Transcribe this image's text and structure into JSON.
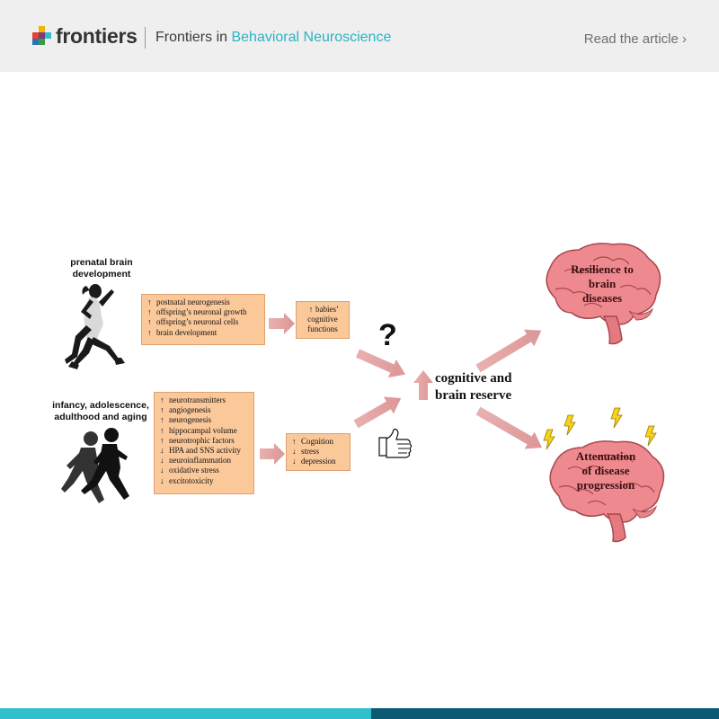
{
  "header": {
    "brand": "frontiers",
    "journal_prefix": "Frontiers in ",
    "journal_name": "Behavioral Neuroscience",
    "read_link": "Read the article ›"
  },
  "figure": {
    "prenatal_label_1": "prenatal brain",
    "prenatal_label_2": "development",
    "life_label_1": "infancy, adolescence,",
    "life_label_2": "adulthood and aging",
    "prenatal_effects": [
      {
        "dir": "up",
        "text": "postnatal neurogenesis"
      },
      {
        "dir": "up",
        "text": "offspring’s neuronal growth"
      },
      {
        "dir": "up",
        "text": "offspring’s neuronal cells"
      },
      {
        "dir": "up",
        "text": "brain development"
      }
    ],
    "babies_lines": [
      "babies’",
      "cognitive",
      "functions"
    ],
    "babies_dir": "up",
    "life_effects": [
      {
        "dir": "up",
        "text": "neurotransmitters"
      },
      {
        "dir": "up",
        "text": "angiogenesis"
      },
      {
        "dir": "up",
        "text": "neurogenesis"
      },
      {
        "dir": "up",
        "text": "hippocampal volume"
      },
      {
        "dir": "up",
        "text": "neurotrophic factors"
      },
      {
        "dir": "down",
        "text": "HPA and SNS activity"
      },
      {
        "dir": "down",
        "text": "neuroinflammation"
      },
      {
        "dir": "down",
        "text": "oxidative stress"
      },
      {
        "dir": "down",
        "text": "excitotoxicity"
      }
    ],
    "cognition_effects": [
      {
        "dir": "up",
        "text": "Cognition"
      },
      {
        "dir": "down",
        "text": "stress"
      },
      {
        "dir": "down",
        "text": "depression"
      }
    ],
    "question": "?",
    "reserve_1": "cognitive and",
    "reserve_2": "brain reserve",
    "resilience_1": "Resilience to",
    "resilience_2": "brain",
    "resilience_3": "diseases",
    "attenuation_1": "Attenuation",
    "attenuation_2": "of disease",
    "attenuation_3": "progression"
  },
  "colors": {
    "box_fill": "#fbc89a",
    "arrow": "#e3a2a2",
    "brain": "#ee8a8f",
    "accent": "#2ab3c7",
    "footer_left": "#2fbfcf",
    "footer_right": "#0b5a73"
  },
  "icons": {
    "runner": "runner-silhouette",
    "joggers": "joggers-silhouette",
    "thumb": "thumbs-up-icon",
    "lightning": "lightning-icon",
    "brain": "brain-illustration"
  }
}
